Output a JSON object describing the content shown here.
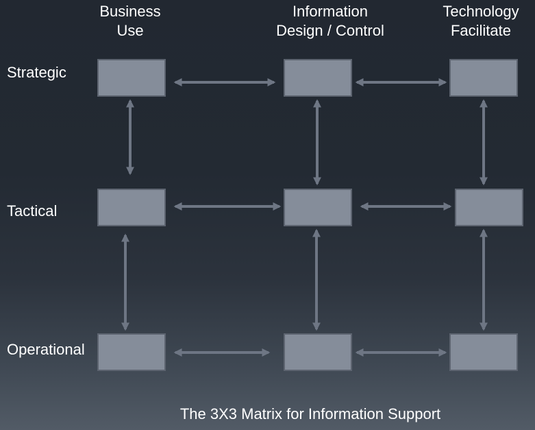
{
  "diagram": {
    "columns": [
      {
        "id": "business",
        "label": "Business\nUse"
      },
      {
        "id": "information",
        "label": "Information\nDesign / Control"
      },
      {
        "id": "technology",
        "label": "Technology\nFacilitate"
      }
    ],
    "rows": [
      {
        "id": "strategic",
        "label": "Strategic"
      },
      {
        "id": "tactical",
        "label": "Tactical"
      },
      {
        "id": "operational",
        "label": "Operational"
      }
    ],
    "cells": [
      {
        "row": "strategic",
        "col": "business",
        "text": ""
      },
      {
        "row": "strategic",
        "col": "information",
        "text": ""
      },
      {
        "row": "strategic",
        "col": "technology",
        "text": ""
      },
      {
        "row": "tactical",
        "col": "business",
        "text": ""
      },
      {
        "row": "tactical",
        "col": "information",
        "text": ""
      },
      {
        "row": "tactical",
        "col": "technology",
        "text": ""
      },
      {
        "row": "operational",
        "col": "business",
        "text": ""
      },
      {
        "row": "operational",
        "col": "information",
        "text": ""
      },
      {
        "row": "operational",
        "col": "technology",
        "text": ""
      }
    ],
    "connections": [
      {
        "from": "strategic-business",
        "to": "strategic-information",
        "type": "bidirectional"
      },
      {
        "from": "strategic-information",
        "to": "strategic-technology",
        "type": "bidirectional"
      },
      {
        "from": "tactical-business",
        "to": "tactical-information",
        "type": "bidirectional"
      },
      {
        "from": "tactical-information",
        "to": "tactical-technology",
        "type": "bidirectional"
      },
      {
        "from": "operational-business",
        "to": "operational-information",
        "type": "bidirectional"
      },
      {
        "from": "operational-information",
        "to": "operational-technology",
        "type": "bidirectional"
      },
      {
        "from": "strategic-business",
        "to": "tactical-business",
        "type": "bidirectional"
      },
      {
        "from": "strategic-information",
        "to": "tactical-information",
        "type": "bidirectional"
      },
      {
        "from": "strategic-technology",
        "to": "tactical-technology",
        "type": "bidirectional"
      },
      {
        "from": "tactical-business",
        "to": "operational-business",
        "type": "bidirectional"
      },
      {
        "from": "tactical-information",
        "to": "operational-information",
        "type": "bidirectional"
      },
      {
        "from": "tactical-technology",
        "to": "operational-technology",
        "type": "bidirectional"
      }
    ],
    "caption": "The 3X3 Matrix for Information Support",
    "colors": {
      "cell_fill": "#858d9a",
      "cell_border": "#5d6470",
      "arrow": "#6e7684",
      "text": "#ffffff"
    }
  }
}
